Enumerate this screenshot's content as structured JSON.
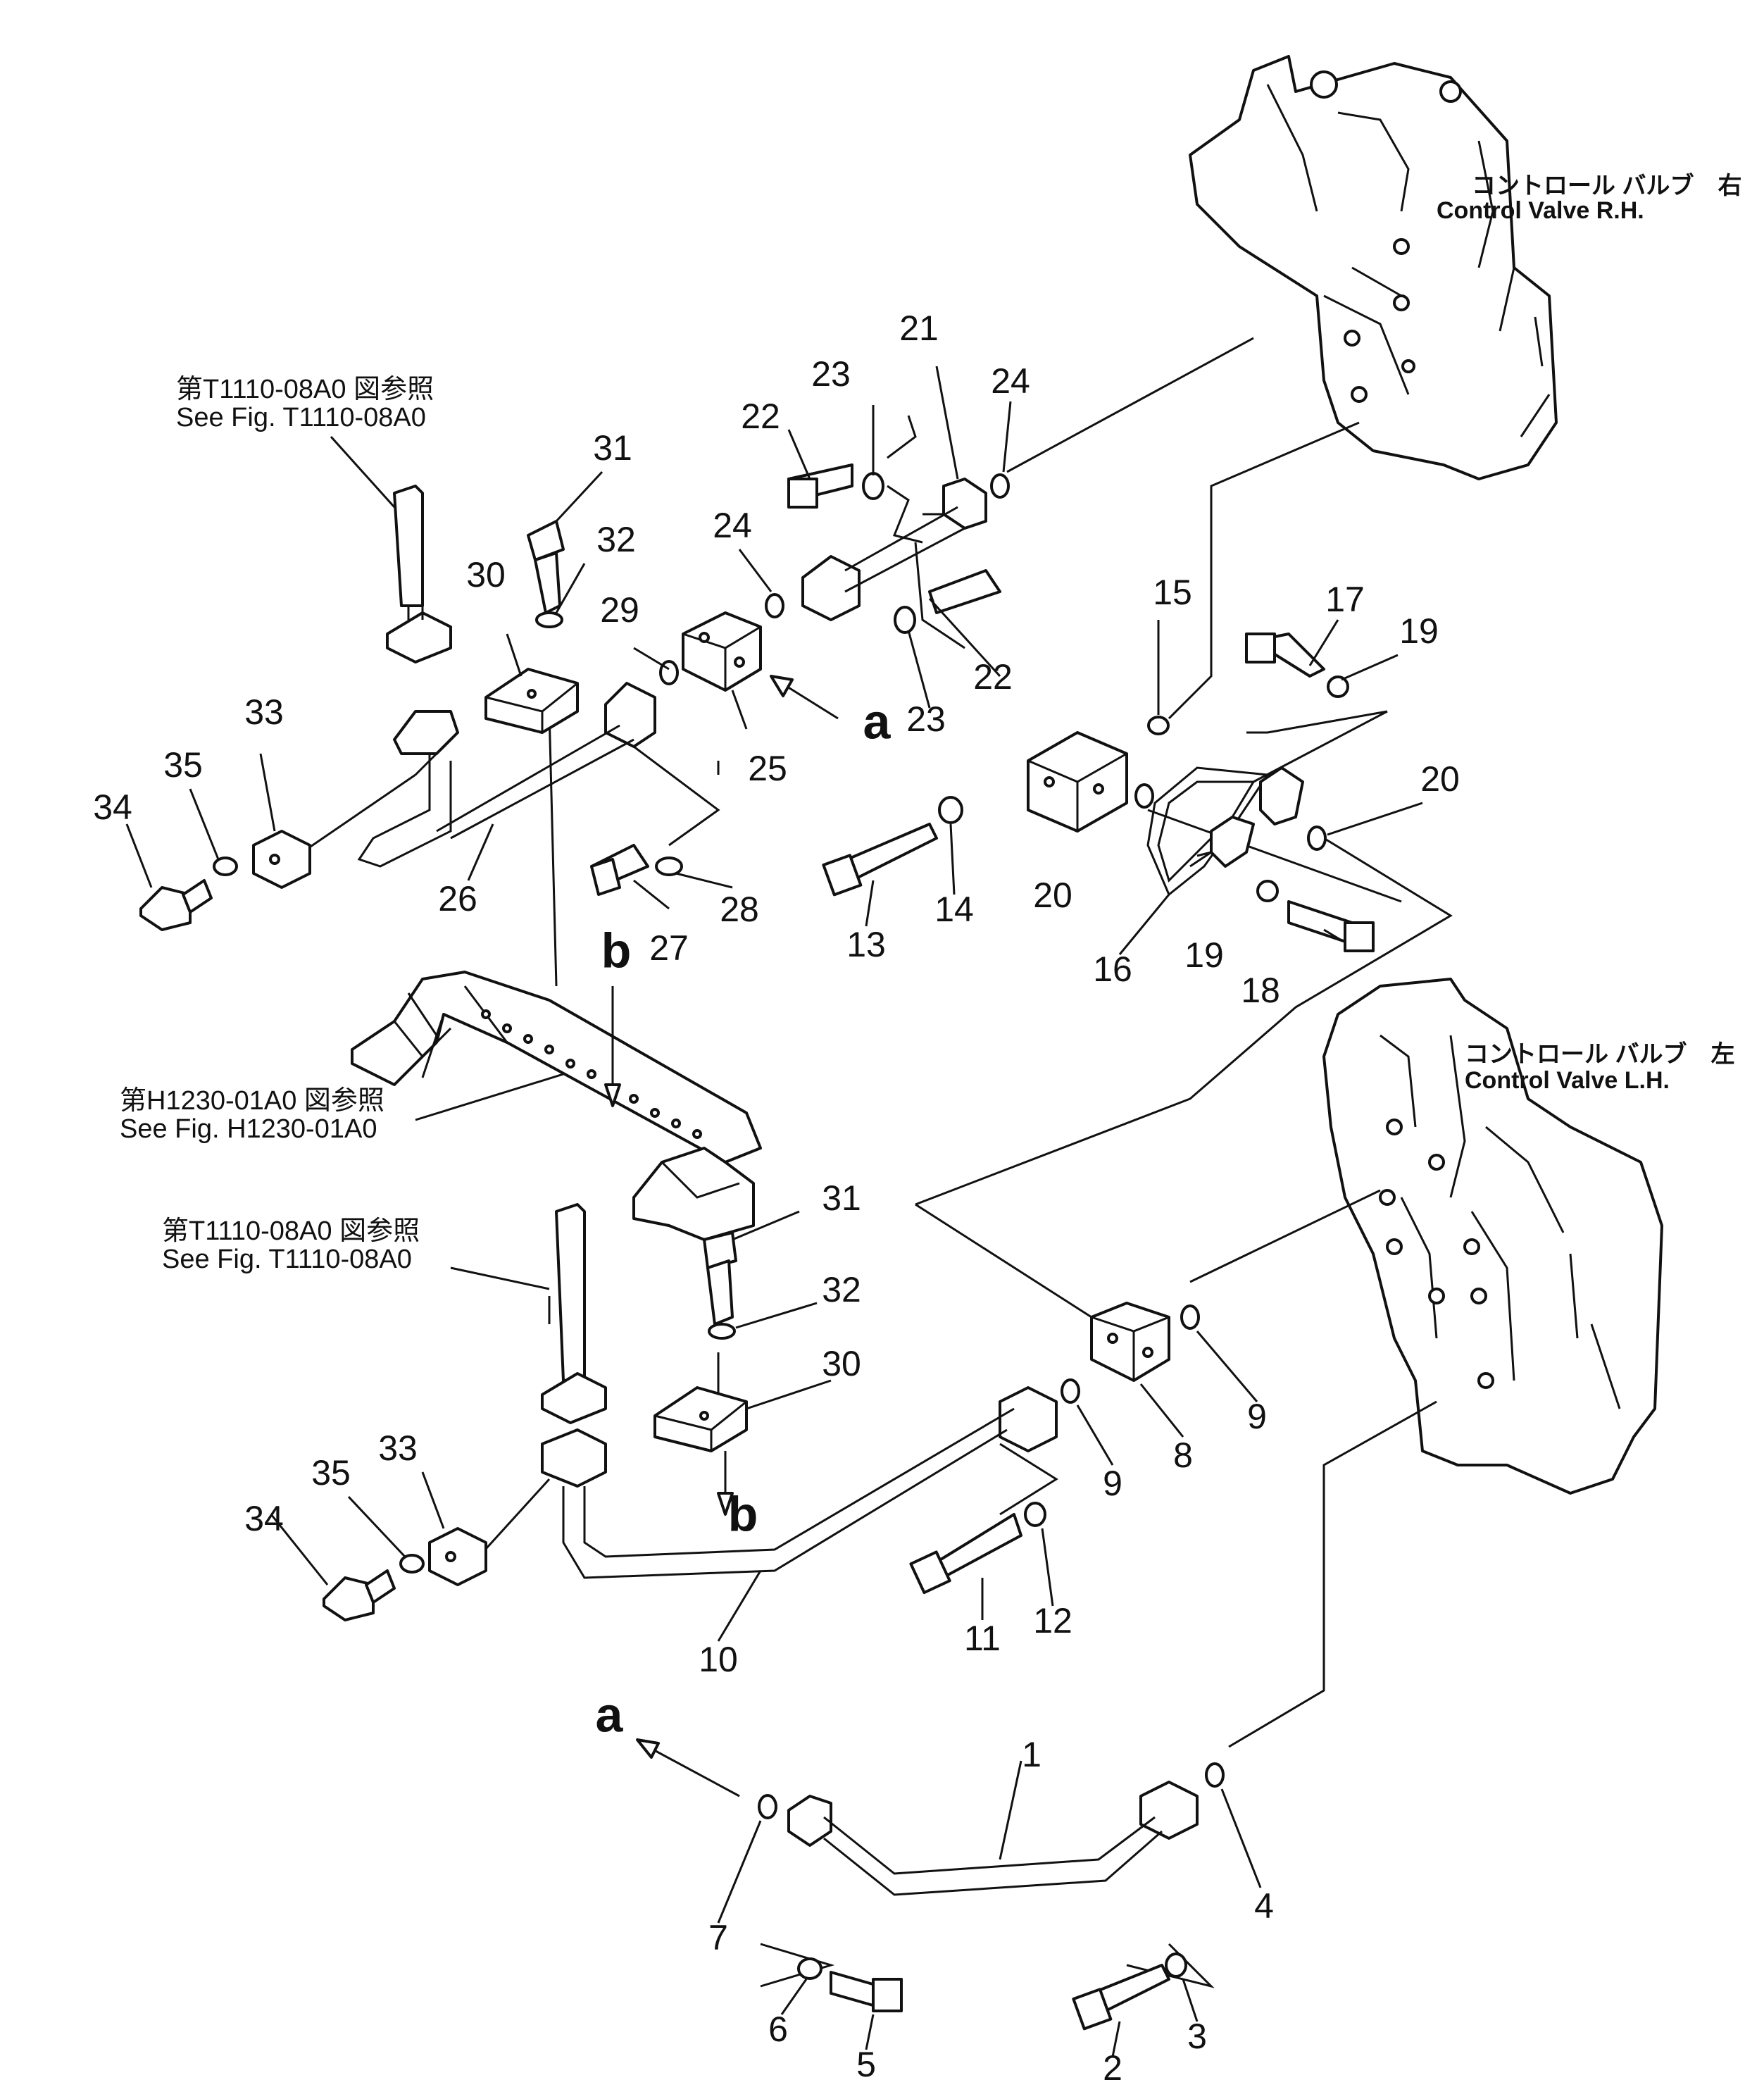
{
  "labels": {
    "valve_rh_jp": "コントロール バルブ　右",
    "valve_rh_en": "Control Valve R.H.",
    "valve_lh_jp": "コントロール バルブ　左",
    "valve_lh_en": "Control Valve L.H.",
    "ref_t1110_top_jp": "第T1110-08A0 図参照",
    "ref_t1110_top_en": "See Fig. T1110-08A0",
    "ref_h1230_jp": "第H1230-01A0 図参照",
    "ref_h1230_en": "See Fig. H1230-01A0",
    "ref_t1110_mid_jp": "第T1110-08A0 図参照",
    "ref_t1110_mid_en": "See Fig. T1110-08A0"
  },
  "callouts": {
    "n1": "1",
    "n2": "2",
    "n3": "3",
    "n4": "4",
    "n5": "5",
    "n6": "6",
    "n7": "7",
    "n8": "8",
    "n9a": "9",
    "n9b": "9",
    "n10": "10",
    "n11": "11",
    "n12": "12",
    "n13": "13",
    "n14": "14",
    "n15": "15",
    "n16": "16",
    "n17": "17",
    "n18": "18",
    "n19a": "19",
    "n19b": "19",
    "n20a": "20",
    "n20b": "20",
    "n21": "21",
    "n22a": "22",
    "n22b": "22",
    "n23a": "23",
    "n23b": "23",
    "n24a": "24",
    "n24b": "24",
    "n25": "25",
    "n26": "26",
    "n27": "27",
    "n28": "28",
    "n29": "29",
    "n30a": "30",
    "n30b": "30",
    "n31a": "31",
    "n31b": "31",
    "n32a": "32",
    "n32b": "32",
    "n33a": "33",
    "n33b": "33",
    "n34a": "34",
    "n34b": "34",
    "n35a": "35",
    "n35b": "35"
  },
  "markers": {
    "a_top": "a",
    "a_bottom": "a",
    "b_top": "b",
    "b_bottom": "b"
  }
}
